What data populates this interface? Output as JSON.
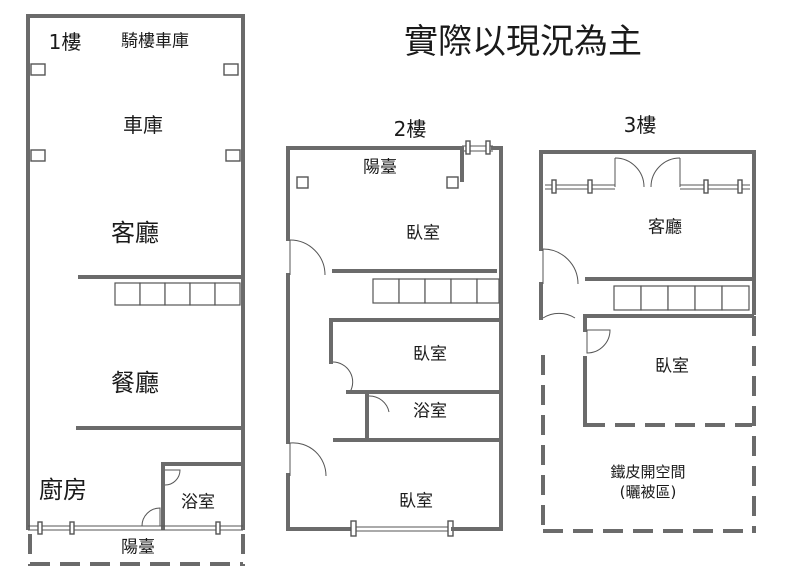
{
  "page": {
    "note": "實際以現況為主"
  },
  "floor1": {
    "label": "1樓",
    "rooms": {
      "arcade_garage": "騎樓車庫",
      "garage": "車庫",
      "living": "客廳",
      "dining": "餐廳",
      "kitchen": "廚房",
      "bath": "浴室",
      "balcony": "陽臺"
    }
  },
  "floor2": {
    "label": "2樓",
    "rooms": {
      "balcony": "陽臺",
      "bedroom_top": "臥室",
      "bedroom_mid": "臥室",
      "bath": "浴室",
      "bedroom_bottom": "臥室"
    }
  },
  "floor3": {
    "label": "3樓",
    "rooms": {
      "living": "客廳",
      "bedroom": "臥室",
      "open_space": "鐵皮開空間",
      "open_space_note": "(曬被區)"
    }
  }
}
